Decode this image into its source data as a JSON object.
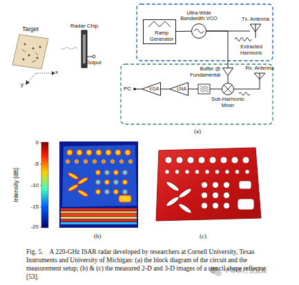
{
  "diagram": {
    "caption": "Fig. 5.    A 220-GHz ISAR radar developed by researchers at Cornell University, Texas Instruments and University of Michigan: (a) the block diagram of the circuit and the measurement setup; (b) & (c) the measured 2-D and 3-D images of a stencil shape reflector [53].",
    "nodes": [
      {
        "text": [
          "Target"
        ]
      },
      {
        "text": [
          "Radar Chip"
        ]
      },
      {
        "text": [
          "Ramp Generator"
        ]
      },
      {
        "text": [
          "Ultra-Wide Bandwidth VCO"
        ]
      },
      {
        "text": [
          "Tx. Antenna"
        ]
      },
      {
        "text": [
          "Buffer @ Fundamental"
        ]
      },
      {
        "text": [
          "Sub-Harmonic Mixer"
        ]
      },
      {
        "text": [
          "Rx. Antenna"
        ]
      },
      {
        "text": [
          "LNA"
        ]
      },
      {
        "text": [
          "VGA"
        ]
      }
    ],
    "edges": [
      {
        "from": 2,
        "to": 3,
        "arrow": "none"
      },
      {
        "from": 3,
        "to": 4,
        "arrow": "none"
      },
      {
        "from": 3,
        "to": 5,
        "arrow": "none"
      },
      {
        "from": 5,
        "to": 6,
        "arrow": "none"
      },
      {
        "from": 7,
        "to": 6,
        "arrow": "none"
      },
      {
        "from": 6,
        "to": 8,
        "arrow": "none"
      },
      {
        "from": 8,
        "to": 9,
        "arrow": "none"
      }
    ],
    "labels": [
      "Extracted Harmonic",
      "Output",
      "x",
      "y",
      "PC",
      "(a)",
      "0",
      "-5",
      "-10",
      "-15",
      "-20",
      "Intensity (dB)",
      "(b)",
      "(c)",
      "半导体行业观察"
    ]
  }
}
